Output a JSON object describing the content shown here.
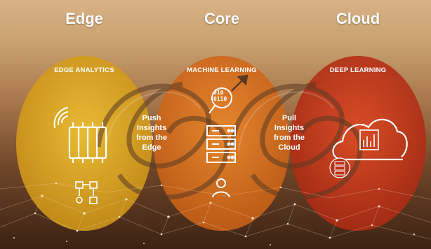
{
  "columns": [
    {
      "title": "Edge",
      "subtitle": "EDGE ANALYTICS"
    },
    {
      "title": "Core",
      "subtitle": "MACHINE LEARNING"
    },
    {
      "title": "Cloud",
      "subtitle": "DEEP LEARNING"
    }
  ],
  "flows": {
    "push": "Push\nInsights\nfrom the\nEdge",
    "pull": "Pull\nInsights\nfrom the\nCloud"
  },
  "binary_text": "010\n0110",
  "colors": {
    "edge": "#e8b523",
    "core": "#e07a22",
    "cloud": "#cf3c1c"
  },
  "icons": [
    "wifi-signal-icon",
    "edge-gateway-icon",
    "network-devices-icon",
    "magnifier-binary-icon",
    "arrow-up-right-icon",
    "server-rack-icon",
    "user-icon",
    "cloud-analytics-icon",
    "chart-icon",
    "server-badge-icon"
  ]
}
